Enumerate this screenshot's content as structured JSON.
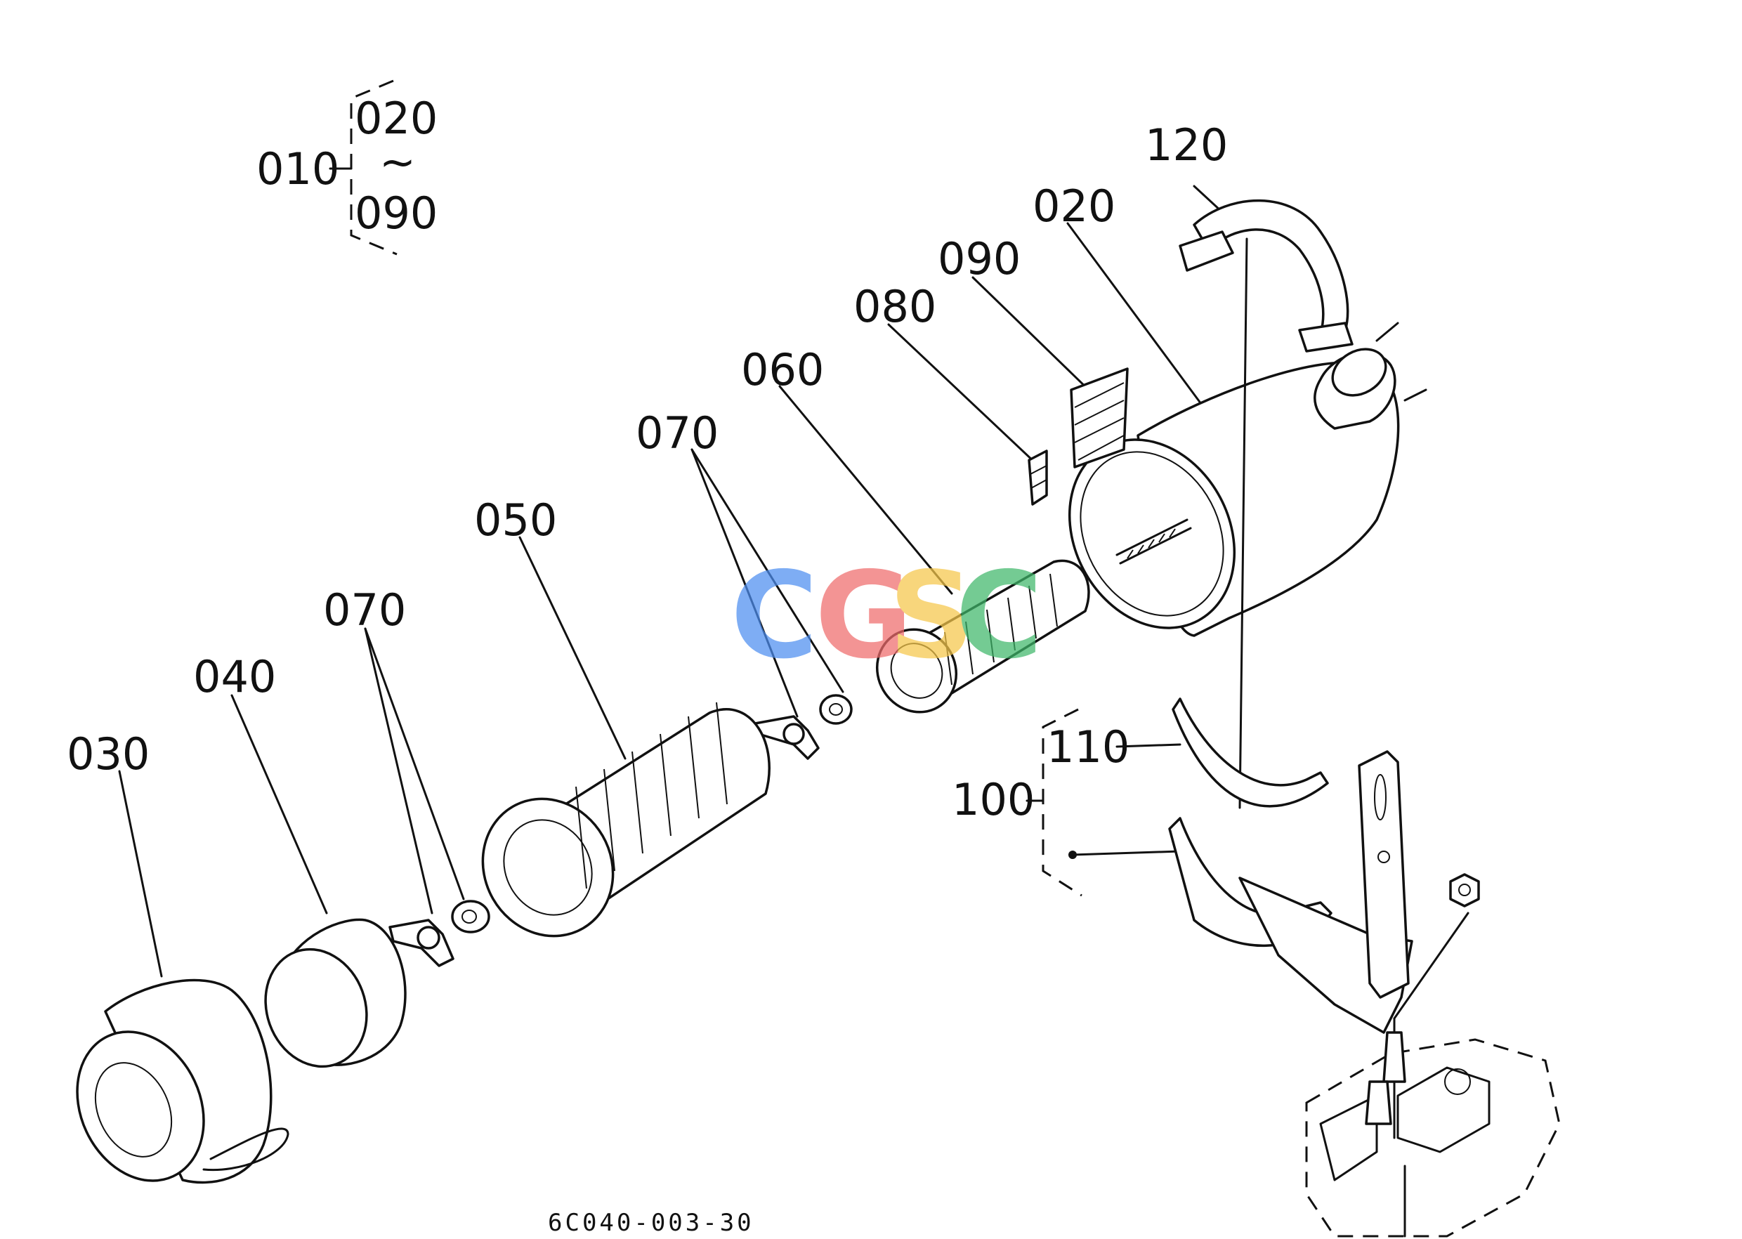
{
  "diagram": {
    "labels": {
      "l010": "010",
      "l020_top": "020",
      "l090_top": "090",
      "l120": "120",
      "l020": "020",
      "l090": "090",
      "l080": "080",
      "l060": "060",
      "l070_upper": "070",
      "l050": "050",
      "l070_lower": "070",
      "l040": "040",
      "l030": "030",
      "l110": "110",
      "l100": "100"
    },
    "range_symbol": "~",
    "drawing_code": "6C040-003-30"
  },
  "watermark": {
    "letters": [
      "C",
      "G",
      "S",
      "C"
    ],
    "colors": [
      "#4d8ef0",
      "#ef6b6b",
      "#f6c74a",
      "#3fb86a"
    ]
  }
}
